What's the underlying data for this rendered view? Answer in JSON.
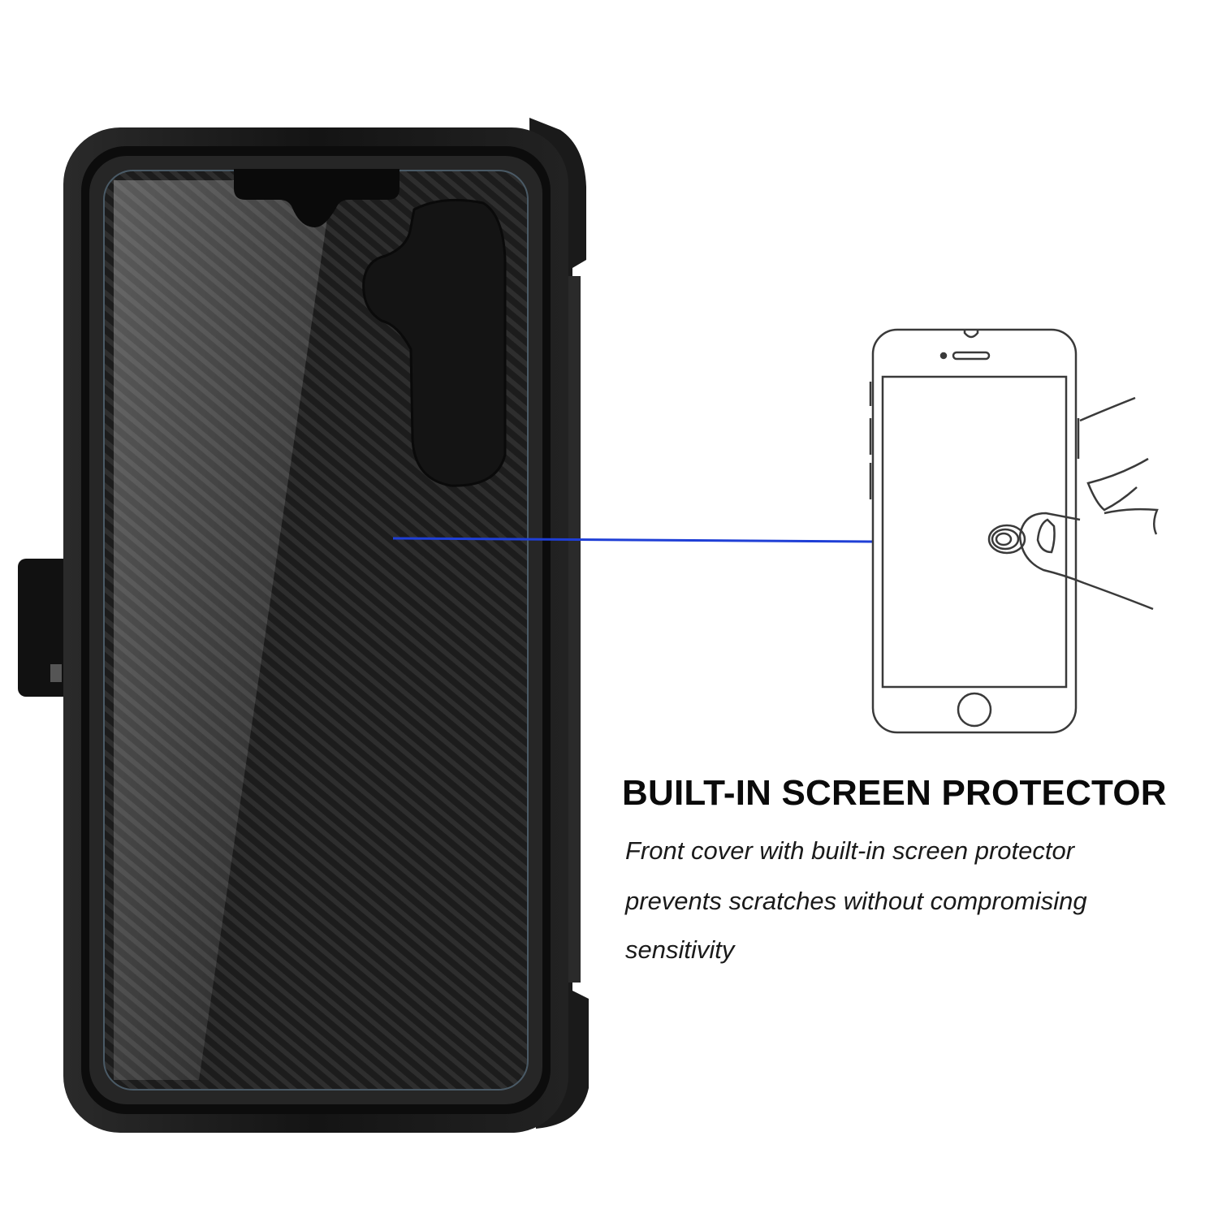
{
  "feature": {
    "title": "BUILT-IN SCREEN PROTECTOR",
    "description_lines": [
      "Front cover with built-in screen protector",
      "prevents scratches without compromising",
      "sensitivity"
    ]
  },
  "colors": {
    "background": "#ffffff",
    "case": "#141414",
    "callout_line": "#1f3fd6",
    "text": "#0a0a0a"
  },
  "icons": {
    "product": "rugged-phone-case-with-holster",
    "illustration": "phone-touch-line-icon"
  }
}
